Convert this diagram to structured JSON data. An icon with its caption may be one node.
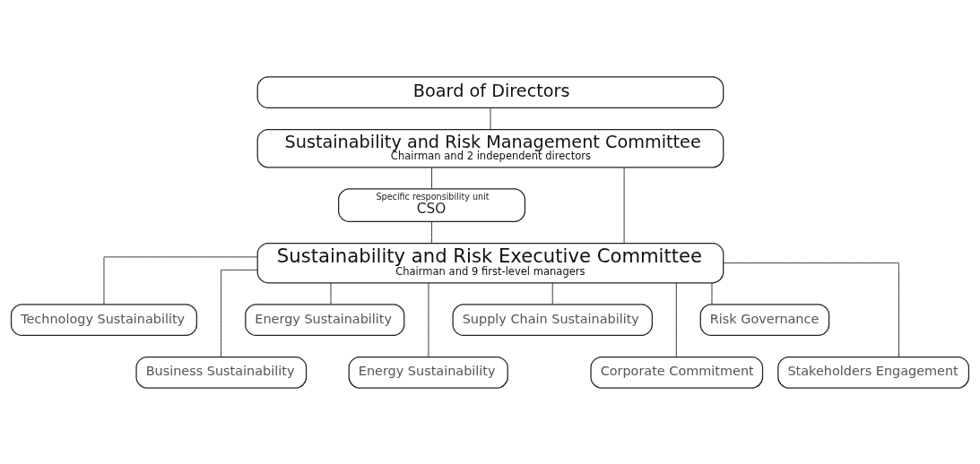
{
  "diagram": {
    "nodes": [
      {
        "text": [
          "Board of Directors"
        ]
      },
      {
        "text": [
          "Sustainability and Risk Management Committee",
          "Chairman and 2 independent directors"
        ]
      },
      {
        "text": [
          "Specific responsibility unit",
          "CSO"
        ]
      },
      {
        "text": [
          "Sustainability and Risk Executive Committee",
          "Chairman and 9 first-level managers"
        ]
      },
      {
        "text": [
          "Technology Sustainability"
        ]
      },
      {
        "text": [
          "Business Sustainability"
        ]
      },
      {
        "text": [
          "Energy Sustainability"
        ]
      },
      {
        "text": [
          "Energy Sustainability"
        ]
      },
      {
        "text": [
          "Supply Chain Sustainability"
        ]
      },
      {
        "text": [
          "Corporate Commitment"
        ]
      },
      {
        "text": [
          "Risk Governance"
        ]
      },
      {
        "text": [
          "Stakeholders Engagement"
        ]
      }
    ],
    "edges": [
      {
        "from": 0,
        "to": 1,
        "arrow": "none"
      },
      {
        "from": 1,
        "to": 2,
        "arrow": "none"
      },
      {
        "from": 2,
        "to": 3,
        "arrow": "none"
      },
      {
        "from": 1,
        "to": 3,
        "arrow": "none"
      },
      {
        "from": 3,
        "to": 4,
        "arrow": "none"
      },
      {
        "from": 3,
        "to": 5,
        "arrow": "none"
      },
      {
        "from": 3,
        "to": 6,
        "arrow": "none"
      },
      {
        "from": 3,
        "to": 7,
        "arrow": "none"
      },
      {
        "from": 3,
        "to": 8,
        "arrow": "none"
      },
      {
        "from": 3,
        "to": 9,
        "arrow": "none"
      },
      {
        "from": 3,
        "to": 10,
        "arrow": "none"
      },
      {
        "from": 3,
        "to": 11,
        "arrow": "none"
      }
    ]
  }
}
